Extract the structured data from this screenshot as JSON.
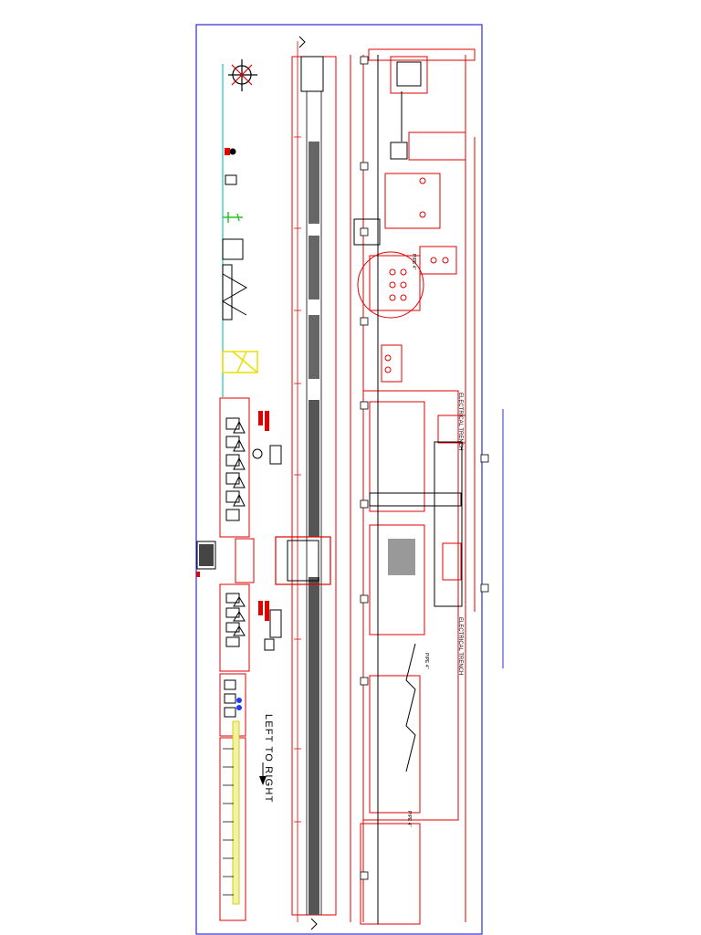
{
  "drawing": {
    "direction_label": "LEFT TO RIGHT",
    "electrical_trench_label_top": "ELECTRICAL TRENCH",
    "electrical_trench_label_bottom": "ELECTRICAL TRENCH",
    "pipe_labels": [
      "PIPE 4\"",
      "PIPE 4\"",
      "PIPE 4\""
    ],
    "colors": {
      "border": "#2b2bd6",
      "primary": "#e00000",
      "equipment": "#000000",
      "hatch": "#555555",
      "accent_cyan": "#19c3c3",
      "accent_green": "#29c22b",
      "accent_yellow": "#e8e000",
      "accent_blue": "#1a3cff"
    }
  }
}
